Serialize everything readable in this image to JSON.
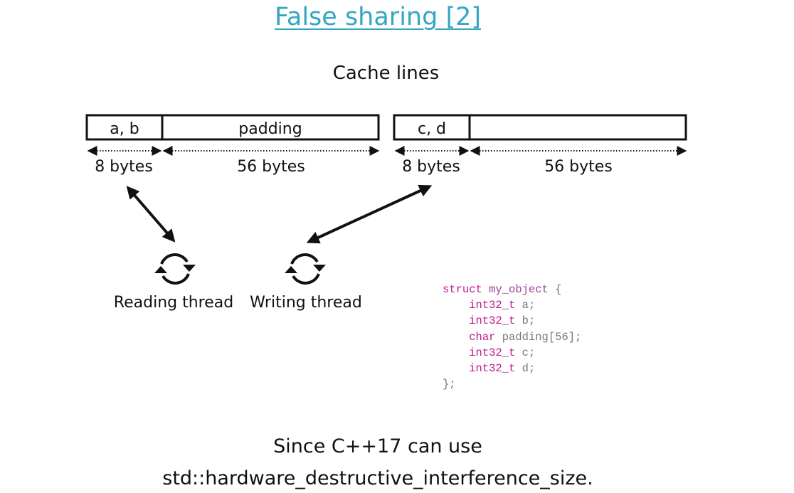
{
  "slide": {
    "title": "False sharing [2]",
    "subtitle": "Cache lines"
  },
  "cache_lines": [
    {
      "cells": [
        "a, b",
        "padding"
      ],
      "sizes": [
        "8 bytes",
        "56 bytes"
      ]
    },
    {
      "cells": [
        "c, d",
        ""
      ],
      "sizes": [
        "8 bytes",
        "56 bytes"
      ]
    }
  ],
  "threads": {
    "reading": "Reading thread",
    "writing": "Writing thread"
  },
  "code": {
    "struct_kw": "struct",
    "struct_name": "my_object",
    "open_brace": " {",
    "fields": [
      {
        "type": "int32_t",
        "decl": " a;"
      },
      {
        "type": "int32_t",
        "decl": " b;"
      },
      {
        "type": "char",
        "decl": " padding[56];"
      },
      {
        "type": "int32_t",
        "decl": " c;"
      },
      {
        "type": "int32_t",
        "decl": " d;"
      }
    ],
    "close": "};"
  },
  "footer": {
    "line1": "Since C++17 can use",
    "line2": "std::hardware_destructive_interference_size."
  }
}
